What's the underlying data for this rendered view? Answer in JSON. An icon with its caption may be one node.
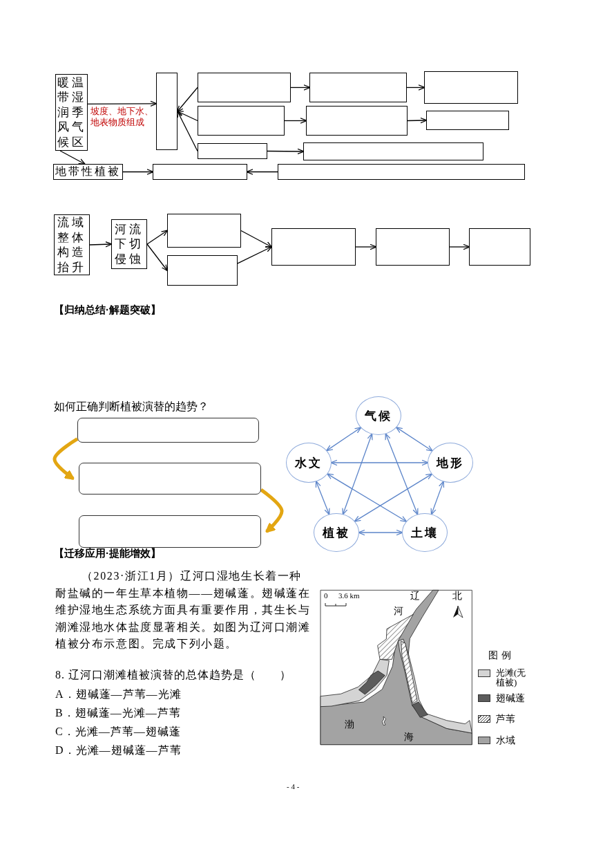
{
  "diagram": {
    "nodes": [
      {
        "text": [
          "暖温带湿润季风气候区"
        ]
      },
      {
        "text": [],
        "shape": "box"
      },
      {
        "text": [],
        "shape": "box"
      },
      {
        "text": [],
        "shape": "box"
      },
      {
        "text": [],
        "shape": "box"
      },
      {
        "text": [],
        "shape": "box"
      },
      {
        "text": [],
        "shape": "box"
      },
      {
        "text": [],
        "shape": "box"
      },
      {
        "text": [],
        "shape": "box"
      },
      {
        "text": [],
        "shape": "box"
      },
      {
        "text": [
          "地带性植被"
        ]
      },
      {
        "text": [],
        "shape": "box"
      },
      {
        "text": [],
        "shape": "box"
      },
      {
        "text": [
          "流域整体构造抬升"
        ]
      },
      {
        "text": [
          "河流下切侵蚀"
        ]
      },
      {
        "text": [],
        "shape": "box"
      },
      {
        "text": [],
        "shape": "box"
      },
      {
        "text": [],
        "shape": "box"
      },
      {
        "text": [],
        "shape": "box"
      },
      {
        "text": [],
        "shape": "box"
      },
      {
        "text": [],
        "shape": "box"
      },
      {
        "text": [],
        "shape": "box"
      },
      {
        "text": [],
        "shape": "box"
      },
      {
        "text": [
          "气候"
        ]
      },
      {
        "text": [
          "水文"
        ]
      },
      {
        "text": [
          "地形"
        ]
      },
      {
        "text": [
          "植被"
        ]
      },
      {
        "text": [
          "土壤"
        ]
      }
    ],
    "edges": [
      {
        "from": 0,
        "to": 1,
        "arrow": "to",
        "label": "坡度、地下水、地表物质组成"
      },
      {
        "from": 2,
        "to": 1,
        "arrow": "to"
      },
      {
        "from": 5,
        "to": 1,
        "arrow": "to"
      },
      {
        "from": 8,
        "to": 1,
        "arrow": "to"
      },
      {
        "from": 2,
        "to": 3,
        "arrow": "to"
      },
      {
        "from": 3,
        "to": 4,
        "arrow": "to"
      },
      {
        "from": 5,
        "to": 6,
        "arrow": "to"
      },
      {
        "from": 6,
        "to": 7,
        "arrow": "to"
      },
      {
        "from": 8,
        "to": 9,
        "arrow": "to"
      },
      {
        "from": 0,
        "to": 10,
        "arrow": "to"
      },
      {
        "from": 10,
        "to": 11,
        "arrow": "to"
      },
      {
        "from": 12,
        "to": 11,
        "arrow": "to"
      },
      {
        "from": 13,
        "to": 14,
        "arrow": "to"
      },
      {
        "from": 14,
        "to": 15,
        "arrow": "to"
      },
      {
        "from": 14,
        "to": 16,
        "arrow": "to"
      },
      {
        "from": 15,
        "to": 17,
        "arrow": "to"
      },
      {
        "from": 16,
        "to": 17,
        "arrow": "to"
      },
      {
        "from": 17,
        "to": 18,
        "arrow": "to"
      },
      {
        "from": 18,
        "to": 19,
        "arrow": "to"
      },
      {
        "from": 20,
        "to": 21,
        "arrow": "to",
        "style": "thick",
        "color": "#e3a612"
      },
      {
        "from": 21,
        "to": 22,
        "arrow": "to",
        "style": "thick",
        "color": "#e3a612"
      },
      {
        "from": 23,
        "to": 24,
        "arrow": "both",
        "color": "#5b84c9"
      },
      {
        "from": 23,
        "to": 25,
        "arrow": "both",
        "color": "#5b84c9"
      },
      {
        "from": 24,
        "to": 25,
        "arrow": "both",
        "color": "#5b84c9"
      },
      {
        "from": 24,
        "to": 26,
        "arrow": "both",
        "color": "#5b84c9"
      },
      {
        "from": 24,
        "to": 27,
        "arrow": "both",
        "color": "#5b84c9"
      },
      {
        "from": 23,
        "to": 26,
        "arrow": "both",
        "color": "#5b84c9"
      },
      {
        "from": 23,
        "to": 27,
        "arrow": "both",
        "color": "#5b84c9"
      },
      {
        "from": 25,
        "to": 26,
        "arrow": "both",
        "color": "#5b84c9"
      },
      {
        "from": 25,
        "to": 27,
        "arrow": "both",
        "color": "#5b84c9"
      },
      {
        "from": 26,
        "to": 27,
        "arrow": "both",
        "color": "#5b84c9"
      }
    ],
    "labels": [
      "【归纳总结·解题突破】",
      "如何正确判断植被演替的趋势？",
      "【迁移应用·提能增效】",
      "（2023·浙江1月）辽河口湿地生长着一种耐盐碱的一年生草本植物——翅碱蓬。翅碱蓬在维护湿地生态系统方面具有重要作用，其生长与潮滩湿地水体盐度显著相关。如图为辽河口潮滩植被分布示意图。完成下列小题。",
      "8. 辽河口潮滩植被演替的总体趋势是（　　）",
      "A．翅碱蓬—芦苇—光滩",
      "B．翅碱蓬—光滩—芦苇",
      "C．光滩—芦苇—翅碱蓬",
      "D．光滩—翅碱蓬—芦苇",
      "0",
      "3.6 km",
      "辽",
      "北",
      "河",
      "渤",
      "海",
      "图例",
      "- 4 -"
    ],
    "legend": [
      {
        "text": "光滩(无植被)",
        "color": "#d4d4d4"
      },
      {
        "text": "翅碱蓬",
        "color": "#5c5c5c"
      },
      {
        "text": "芦苇"
      },
      {
        "text": "水域",
        "color": "#a3a3a3"
      }
    ]
  }
}
